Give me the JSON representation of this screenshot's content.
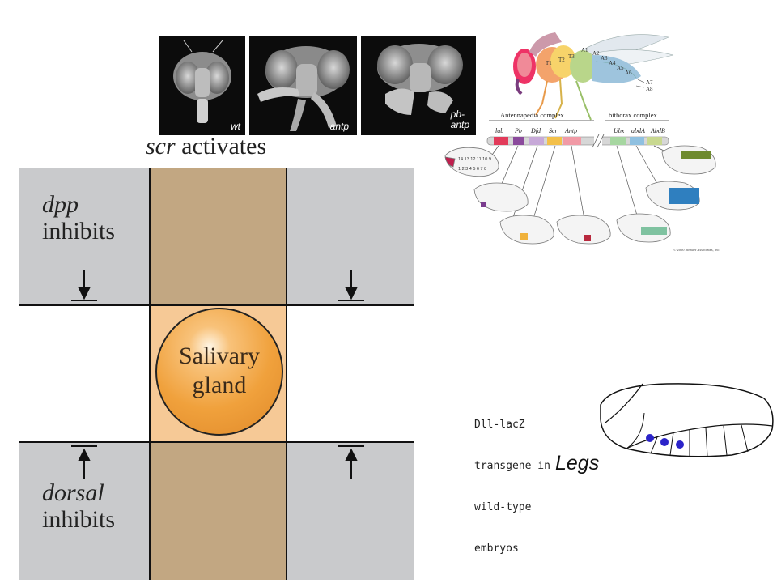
{
  "photos": [
    {
      "label": "wt"
    },
    {
      "label": "antp"
    },
    {
      "label": "pb-\nantp"
    }
  ],
  "diagram": {
    "title_gene": "scr",
    "title_verb": "activates",
    "top_gene": "dpp",
    "top_verb": "inhibits",
    "bottom_gene": "dorsal",
    "bottom_verb": "inhibits",
    "center_line1": "Salivary",
    "center_line2": "gland",
    "colors": {
      "grey_cell": "#c9cacc",
      "tan_column": "#c2a782",
      "light_orange_cell": "#f6c996",
      "gland": "#f0a13c"
    }
  },
  "hox": {
    "complex_left": "Antennapedia complex",
    "complex_right": "bithorax complex",
    "genes_left": [
      "lab",
      "Pb",
      "Dfd",
      "Scr",
      "Antp"
    ],
    "genes_right": [
      "Ubx",
      "abdA",
      "AbdB"
    ],
    "segments": [
      "T1",
      "T2",
      "T3",
      "A1",
      "A2",
      "A3",
      "A4",
      "A5",
      "A6",
      "A7",
      "A8"
    ],
    "embryo_numbers_top": "14 13 12 11 10 9",
    "embryo_numbers_bottom": "1 2 3 4 5 6 7 8",
    "copyright": "© 2000 Sinauer Associates, Inc."
  },
  "dll": {
    "line1": "Dll-lacZ",
    "line2": "transgene in",
    "line3": "wild-type",
    "line4": "embryos",
    "legs_label": "Legs"
  }
}
